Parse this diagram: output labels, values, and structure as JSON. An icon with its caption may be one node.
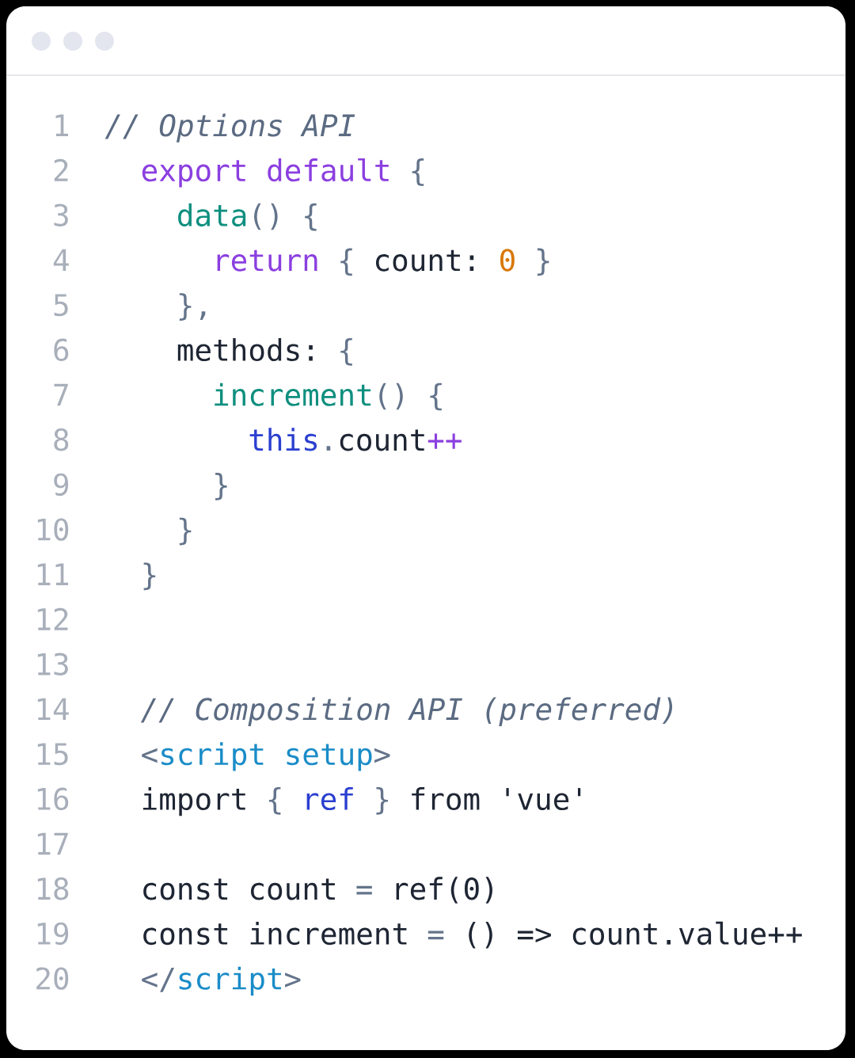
{
  "diagram": {
    "labels": [
      "1",
      "// Options API",
      "2",
      "export default",
      "{",
      "3",
      "data",
      "() {",
      "4",
      "return",
      "{",
      "count:",
      "0",
      "}",
      "5",
      "},",
      "6",
      "methods:",
      "{",
      "7",
      "increment",
      "() {",
      "8",
      "this",
      ".",
      "count",
      "++",
      "9",
      "}",
      "10",
      "}",
      "11",
      "}",
      "12",
      "13",
      "14",
      "// Composition API (preferred)",
      "15",
      "<",
      "script setup",
      ">",
      "16",
      "import",
      "{",
      "ref",
      "}",
      "from 'vue'",
      "17",
      "18",
      "const count",
      "=",
      "ref(0)",
      "19",
      "const increment",
      "=",
      "() => count.value++",
      "20",
      "</",
      "script",
      ">"
    ]
  }
}
